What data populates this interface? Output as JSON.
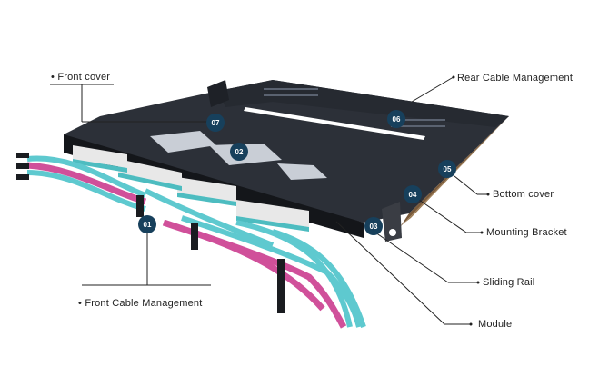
{
  "diagram": {
    "subject": "fiber-patch-panel",
    "colors": {
      "badge": "#17405c",
      "chassis": "#2a2e36",
      "chassis_top": "#323741",
      "aqua_cable": "#5ec9cf",
      "magenta_cable": "#d0509a",
      "bracket": "#8a6a46",
      "leader_line": "#222222"
    },
    "callouts": [
      {
        "id": "01",
        "label": "Front Cable Management",
        "bullet": "•"
      },
      {
        "id": "02",
        "label": "Module"
      },
      {
        "id": "03",
        "label": "Sliding Rail"
      },
      {
        "id": "04",
        "label": "Mounting Bracket"
      },
      {
        "id": "05",
        "label": "Bottom cover"
      },
      {
        "id": "06",
        "label": "Rear Cable Management"
      },
      {
        "id": "07",
        "label": "Front cover",
        "bullet": "•"
      }
    ]
  }
}
